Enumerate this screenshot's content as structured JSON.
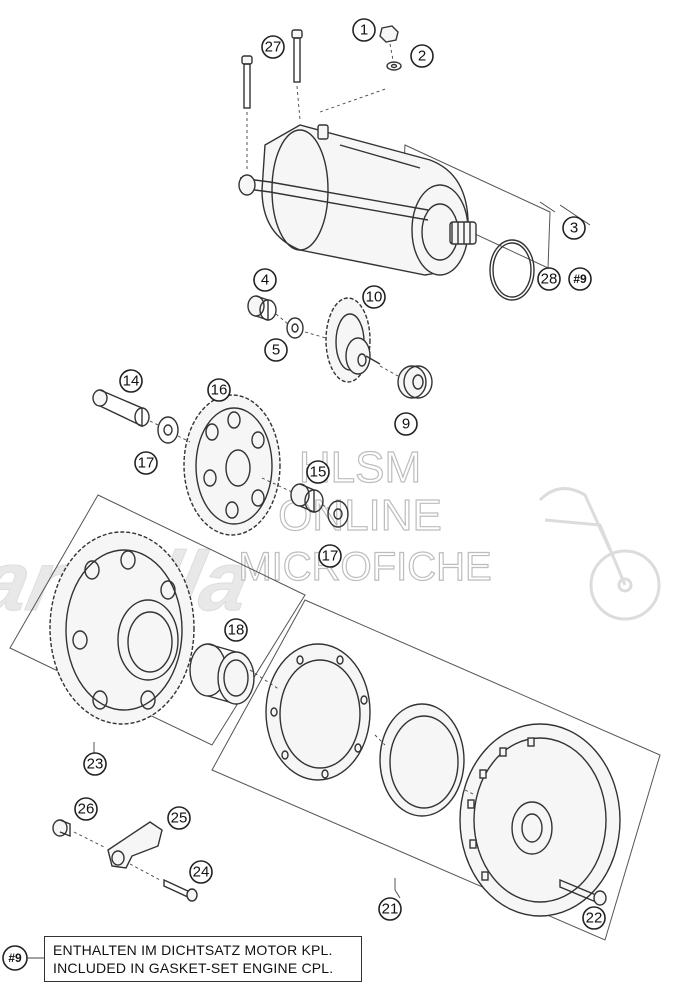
{
  "watermark": {
    "logo": "Partzilla",
    "line1": "HLSM",
    "line2": "ONLINE",
    "line3": "MICROFICHE"
  },
  "callouts": {
    "c1": "1",
    "c2": "2",
    "c3": "3",
    "c4": "4",
    "c5": "5",
    "c9": "9",
    "c10": "10",
    "c14": "14",
    "c15": "15",
    "c16": "16",
    "c17a": "17",
    "c17b": "17",
    "c18": "18",
    "c21": "21",
    "c22": "22",
    "c23": "23",
    "c24": "24",
    "c25": "25",
    "c26": "26",
    "c27": "27",
    "c28": "28",
    "c9ref": "#9",
    "note_ref": "#9"
  },
  "note": {
    "line1": "ENTHALTEN IM DICHTSATZ MOTOR KPL.",
    "line2": "INCLUDED IN GASKET-SET ENGINE CPL."
  }
}
